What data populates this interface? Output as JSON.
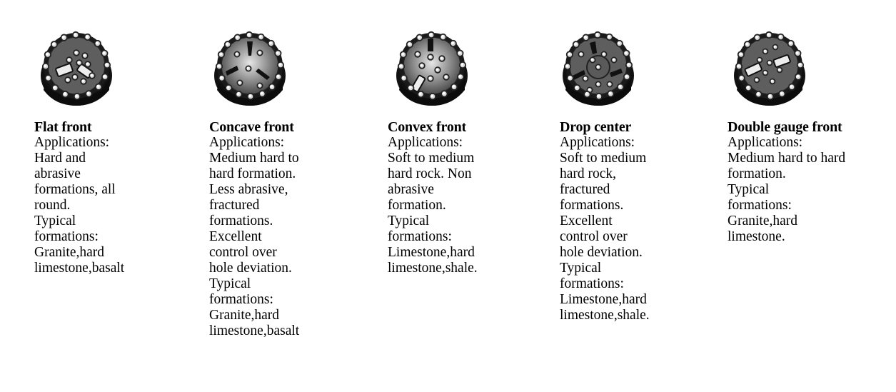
{
  "bits": [
    {
      "name": "Flat front",
      "lines": [
        "Applications:",
        "Hard and",
        "abrasive",
        "formations, all",
        "round.",
        "Typical",
        "formations:",
        "Granite,hard",
        "limestone,basalt"
      ]
    },
    {
      "name": "Concave front",
      "lines": [
        "Applications:",
        "Medium hard to",
        "hard formation.",
        "Less abrasive,",
        "fractured",
        "formations.",
        "Excellent",
        "control over",
        "hole deviation.",
        "Typical",
        "formations:",
        "Granite,hard",
        "limestone,basalt"
      ]
    },
    {
      "name": "Convex front",
      "lines": [
        "Applications:",
        "Soft to medium",
        "hard rock. Non",
        "abrasive",
        "formation.",
        "Typical",
        "formations:",
        "Limestone,hard",
        "limestone,shale."
      ]
    },
    {
      "name": "Drop center",
      "lines": [
        "Applications:",
        "Soft to medium",
        "hard rock,",
        "fractured",
        "formations.",
        "Excellent",
        "control over",
        "hole deviation.",
        "Typical",
        "formations:",
        "Limestone,hard",
        "limestone,shale."
      ]
    },
    {
      "name": "Double gauge front",
      "lines": [
        "Applications:",
        "Medium hard to hard",
        "formation.",
        "Typical",
        "formations:",
        "Granite,hard",
        "limestone."
      ]
    }
  ]
}
